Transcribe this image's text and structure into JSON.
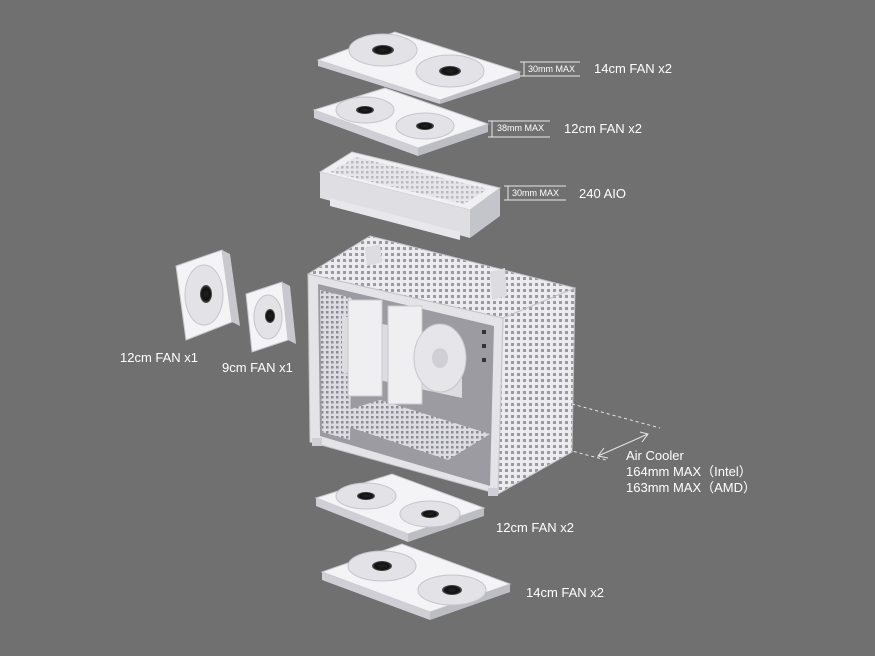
{
  "labels": {
    "top_fan_140": "14cm FAN x2",
    "top_fan_120": "12cm FAN x2",
    "aio": "240 AIO",
    "side_fan_120": "12cm FAN x1",
    "side_fan_90": "9cm FAN x1",
    "bottom_fan_120": "12cm FAN x2",
    "bottom_fan_140": "14cm FAN x2"
  },
  "dimensions": {
    "top_fan_140_max": "30mm MAX",
    "top_fan_120_max": "38mm MAX",
    "aio_max": "30mm MAX"
  },
  "air_cooler": {
    "title": "Air Cooler",
    "intel": "164mm MAX（Intel）",
    "amd": "163mm MAX（AMD）"
  },
  "colors": {
    "background": "#707070",
    "part_white": "#f2f2f4",
    "part_shade": "#d9d9de",
    "text": "#ffffff"
  }
}
